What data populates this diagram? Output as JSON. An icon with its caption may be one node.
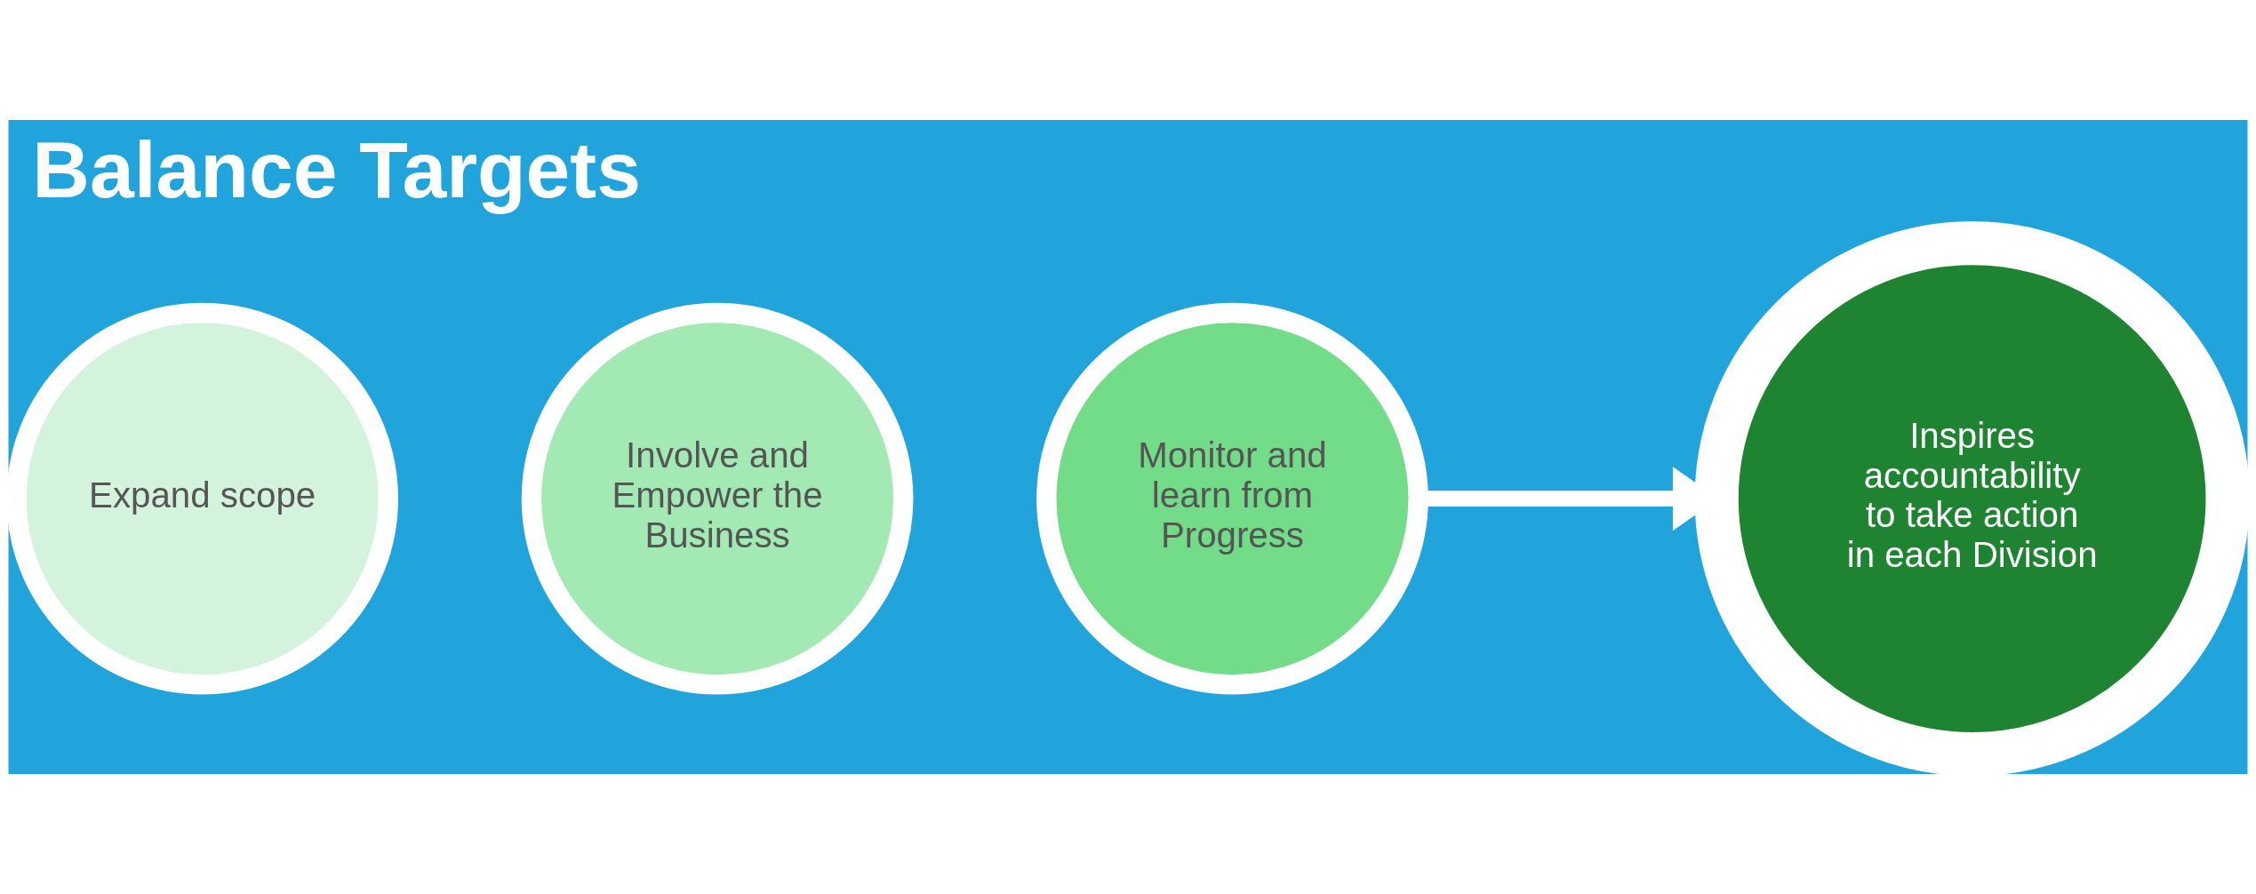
{
  "diagram": {
    "title": "Balance Targets",
    "nodes": [
      {
        "text": [
          "Expand scope"
        ]
      },
      {
        "text": [
          "Involve and Empower the Business"
        ]
      },
      {
        "text": [
          "Monitor and learn from Progress"
        ]
      },
      {
        "text": [
          "Inspires accountability to take action in each Division"
        ]
      }
    ],
    "edges": [
      {
        "from": 2,
        "to": 3,
        "arrow": "to"
      }
    ]
  }
}
